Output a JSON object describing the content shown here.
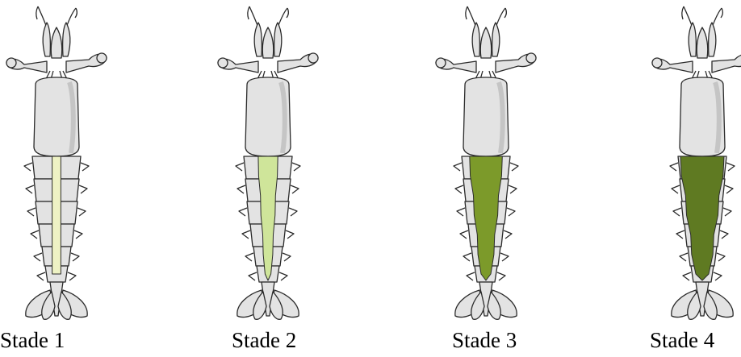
{
  "stages": [
    {
      "label": "Stade 1",
      "fill_color": "#eef2c4",
      "fill_level": 0.2
    },
    {
      "label": "Stade 2",
      "fill_color": "#cfe59a",
      "fill_level": 0.45
    },
    {
      "label": "Stade 3",
      "fill_color": "#7c9a2a",
      "fill_level": 0.75
    },
    {
      "label": "Stade 4",
      "fill_color": "#5f7a22",
      "fill_level": 1.0
    }
  ],
  "colors": {
    "outline": "#2b2b2b",
    "body": "#e3e3e3",
    "body_shade": "#bdbdbd"
  }
}
